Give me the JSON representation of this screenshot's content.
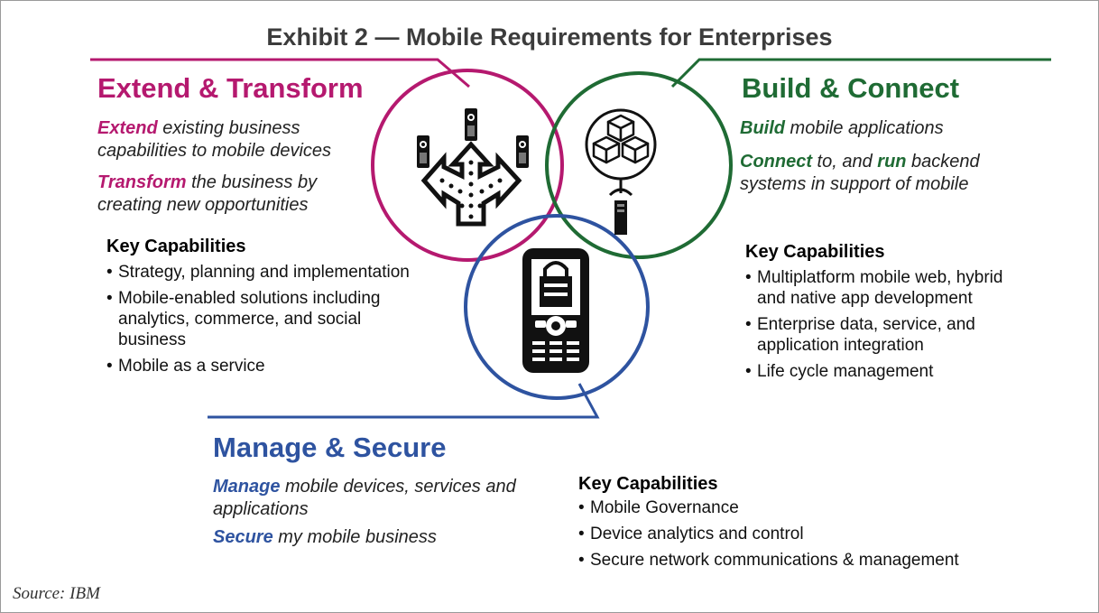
{
  "title": "Exhibit 2 — Mobile Requirements for Enterprises",
  "colors": {
    "extend": "#b5196f",
    "build": "#1f6b34",
    "manage": "#2e53a0",
    "text": "#222222"
  },
  "extend": {
    "heading": "Extend & Transform",
    "desc": [
      {
        "keyword": "Extend",
        "rest": " existing business capabilities to mobile devices"
      },
      {
        "keyword": "Transform",
        "rest": " the business by creating new opportunities"
      }
    ],
    "kc_title": "Key Capabilities",
    "items": [
      "Strategy, planning and implementation",
      "Mobile-enabled solutions including analytics, commerce, and social business",
      "Mobile as a service"
    ]
  },
  "build": {
    "heading": "Build & Connect",
    "desc1": {
      "keyword": "Build",
      "rest": " mobile applications"
    },
    "desc2": {
      "keyword1": "Connect",
      "mid": " to, and ",
      "keyword2": "run",
      "rest": " backend systems in support of mobile"
    },
    "kc_title": "Key Capabilities",
    "items": [
      "Multiplatform mobile web, hybrid and native app development",
      "Enterprise data, service, and application integration",
      "Life cycle management"
    ]
  },
  "manage": {
    "heading": "Manage & Secure",
    "desc": [
      {
        "keyword": "Manage",
        "rest": " mobile devices, services and applications"
      },
      {
        "keyword": "Secure",
        "rest": " my mobile business"
      }
    ],
    "kc_title": "Key Capabilities",
    "items": [
      "Mobile Governance",
      "Device analytics and control",
      "Secure network communications & management"
    ]
  },
  "icons": [
    "phones-arrows-icon",
    "cubes-server-icon",
    "locked-phone-icon"
  ],
  "source": "Source:  IBM"
}
